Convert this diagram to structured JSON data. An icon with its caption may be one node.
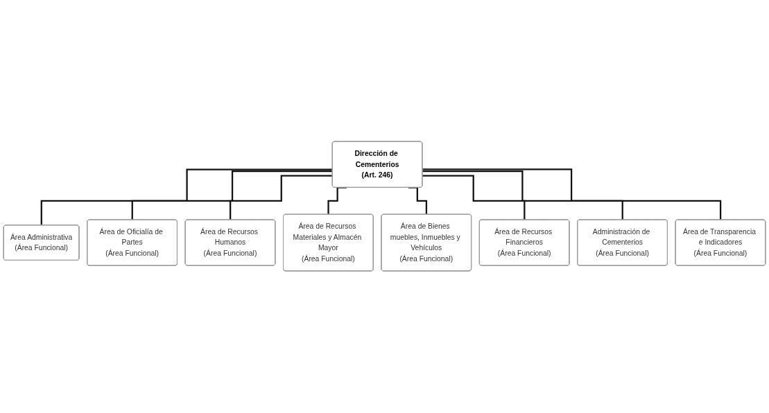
{
  "diagram": {
    "nodes": [
      {
        "text": [
          "Dirección de Cementerios",
          "(Art. 246)"
        ]
      },
      {
        "text": [
          "Área Administrativa",
          "(Área Funcional)"
        ]
      },
      {
        "text": [
          "Área de Oficialía de Partes",
          "(Área Funcional)"
        ]
      },
      {
        "text": [
          "Área de Recursos Humanos",
          "(Área Funcional)"
        ]
      },
      {
        "text": [
          "Área de Recursos Materiales y Almacén Mayor",
          "(Área Funcional)"
        ]
      },
      {
        "text": [
          "Área de Bienes muebles, Inmuebles y Vehículos",
          "(Área Funcional)"
        ]
      },
      {
        "text": [
          "Área de Recursos Financieros",
          "(Área Funcional)"
        ]
      },
      {
        "text": [
          "Administración de Cementerios",
          "(Área Funcional)"
        ]
      },
      {
        "text": [
          "Área de Transparencia e Indicadores",
          "(Área Funcional)"
        ]
      }
    ],
    "edges": [
      {
        "from": 0,
        "to": 1,
        "arrow": "none"
      },
      {
        "from": 0,
        "to": 2,
        "arrow": "none"
      },
      {
        "from": 0,
        "to": 3,
        "arrow": "none"
      },
      {
        "from": 0,
        "to": 4,
        "arrow": "none"
      },
      {
        "from": 0,
        "to": 5,
        "arrow": "none"
      },
      {
        "from": 0,
        "to": 6,
        "arrow": "none"
      },
      {
        "from": 0,
        "to": 7,
        "arrow": "none"
      },
      {
        "from": 0,
        "to": 8,
        "arrow": "none"
      }
    ]
  }
}
